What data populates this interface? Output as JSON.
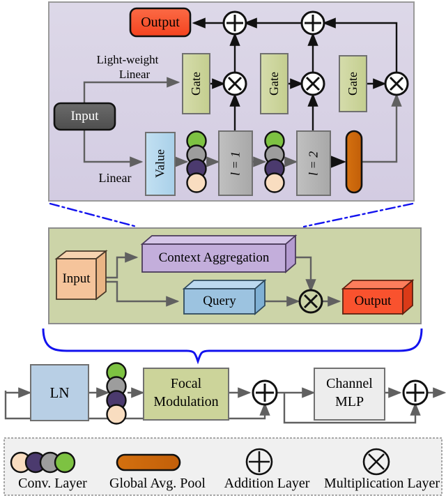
{
  "figure": {
    "title_semantic": "focal-modulation-architecture-diagram",
    "colors": {
      "panel_top_fill": "#d9d3e6",
      "panel_mid_fill": "#ccd4a8",
      "panel_border": "#8c8c8c",
      "output_red": "#f9522e",
      "input_gray": "#5a5a5a",
      "gate_olive": "#ccd49a",
      "value_blue": "#b3d7ee",
      "level_gray": "#b3b3b3",
      "gap_orange": "#cc6611",
      "context_purple": "#c3aedb",
      "query_blue": "#9cc3e0",
      "input_peach": "#f5c49b",
      "ln_blue": "#b8cfe5",
      "focal_olive": "#ccd49a",
      "mlp_gray": "#ededed",
      "legend_bg": "#f0f0f0",
      "brace_blue": "#1212ee",
      "arrow_gray": "#606060",
      "arrow_black": "#000000",
      "conv_green": "#7dc242",
      "conv_gray": "#9d9d9d",
      "conv_purple": "#4b3a6e",
      "conv_peach": "#f9ddc0"
    }
  },
  "top_panel": {
    "name": "light-weight-linear-detail-panel",
    "output_label": "Output",
    "input_label": "Input",
    "light_weight_linear_label_line1": "Light-weight",
    "light_weight_linear_label_line2": "Linear",
    "linear_label": "Linear",
    "value_label": "Value",
    "gates": [
      "Gate",
      "Gate",
      "Gate"
    ],
    "levels": [
      "l = 1",
      "l = 2"
    ],
    "add_nodes": [
      "+",
      "+"
    ],
    "mul_nodes": [
      "x",
      "x",
      "x"
    ],
    "conv_stacks": 2,
    "gap_bar": "global-avg-pool-bar"
  },
  "mid_panel": {
    "name": "focal-modulation-overview-panel",
    "input_label": "Input",
    "context_label": "Context Aggregation",
    "query_label": "Query",
    "output_label": "Output",
    "mul_node": "x"
  },
  "bottom_pipeline": {
    "name": "transformer-block-pipeline",
    "ln_label": "LN",
    "focal_label_line1": "Focal",
    "focal_label_line2": "Modulation",
    "mlp_label_line1": "Channel",
    "mlp_label_line2": "MLP",
    "add_nodes": [
      "+",
      "+"
    ]
  },
  "legend": {
    "name": "figure-legend",
    "items": [
      {
        "label": "Conv. Layer",
        "icon": "conv-layer-circles-icon"
      },
      {
        "label": "Global Avg. Pool",
        "icon": "global-avg-pool-bar-icon"
      },
      {
        "label": "Addition Layer",
        "icon": "addition-node-icon"
      },
      {
        "label": "Multiplication Layer",
        "icon": "multiplication-node-icon"
      }
    ]
  }
}
